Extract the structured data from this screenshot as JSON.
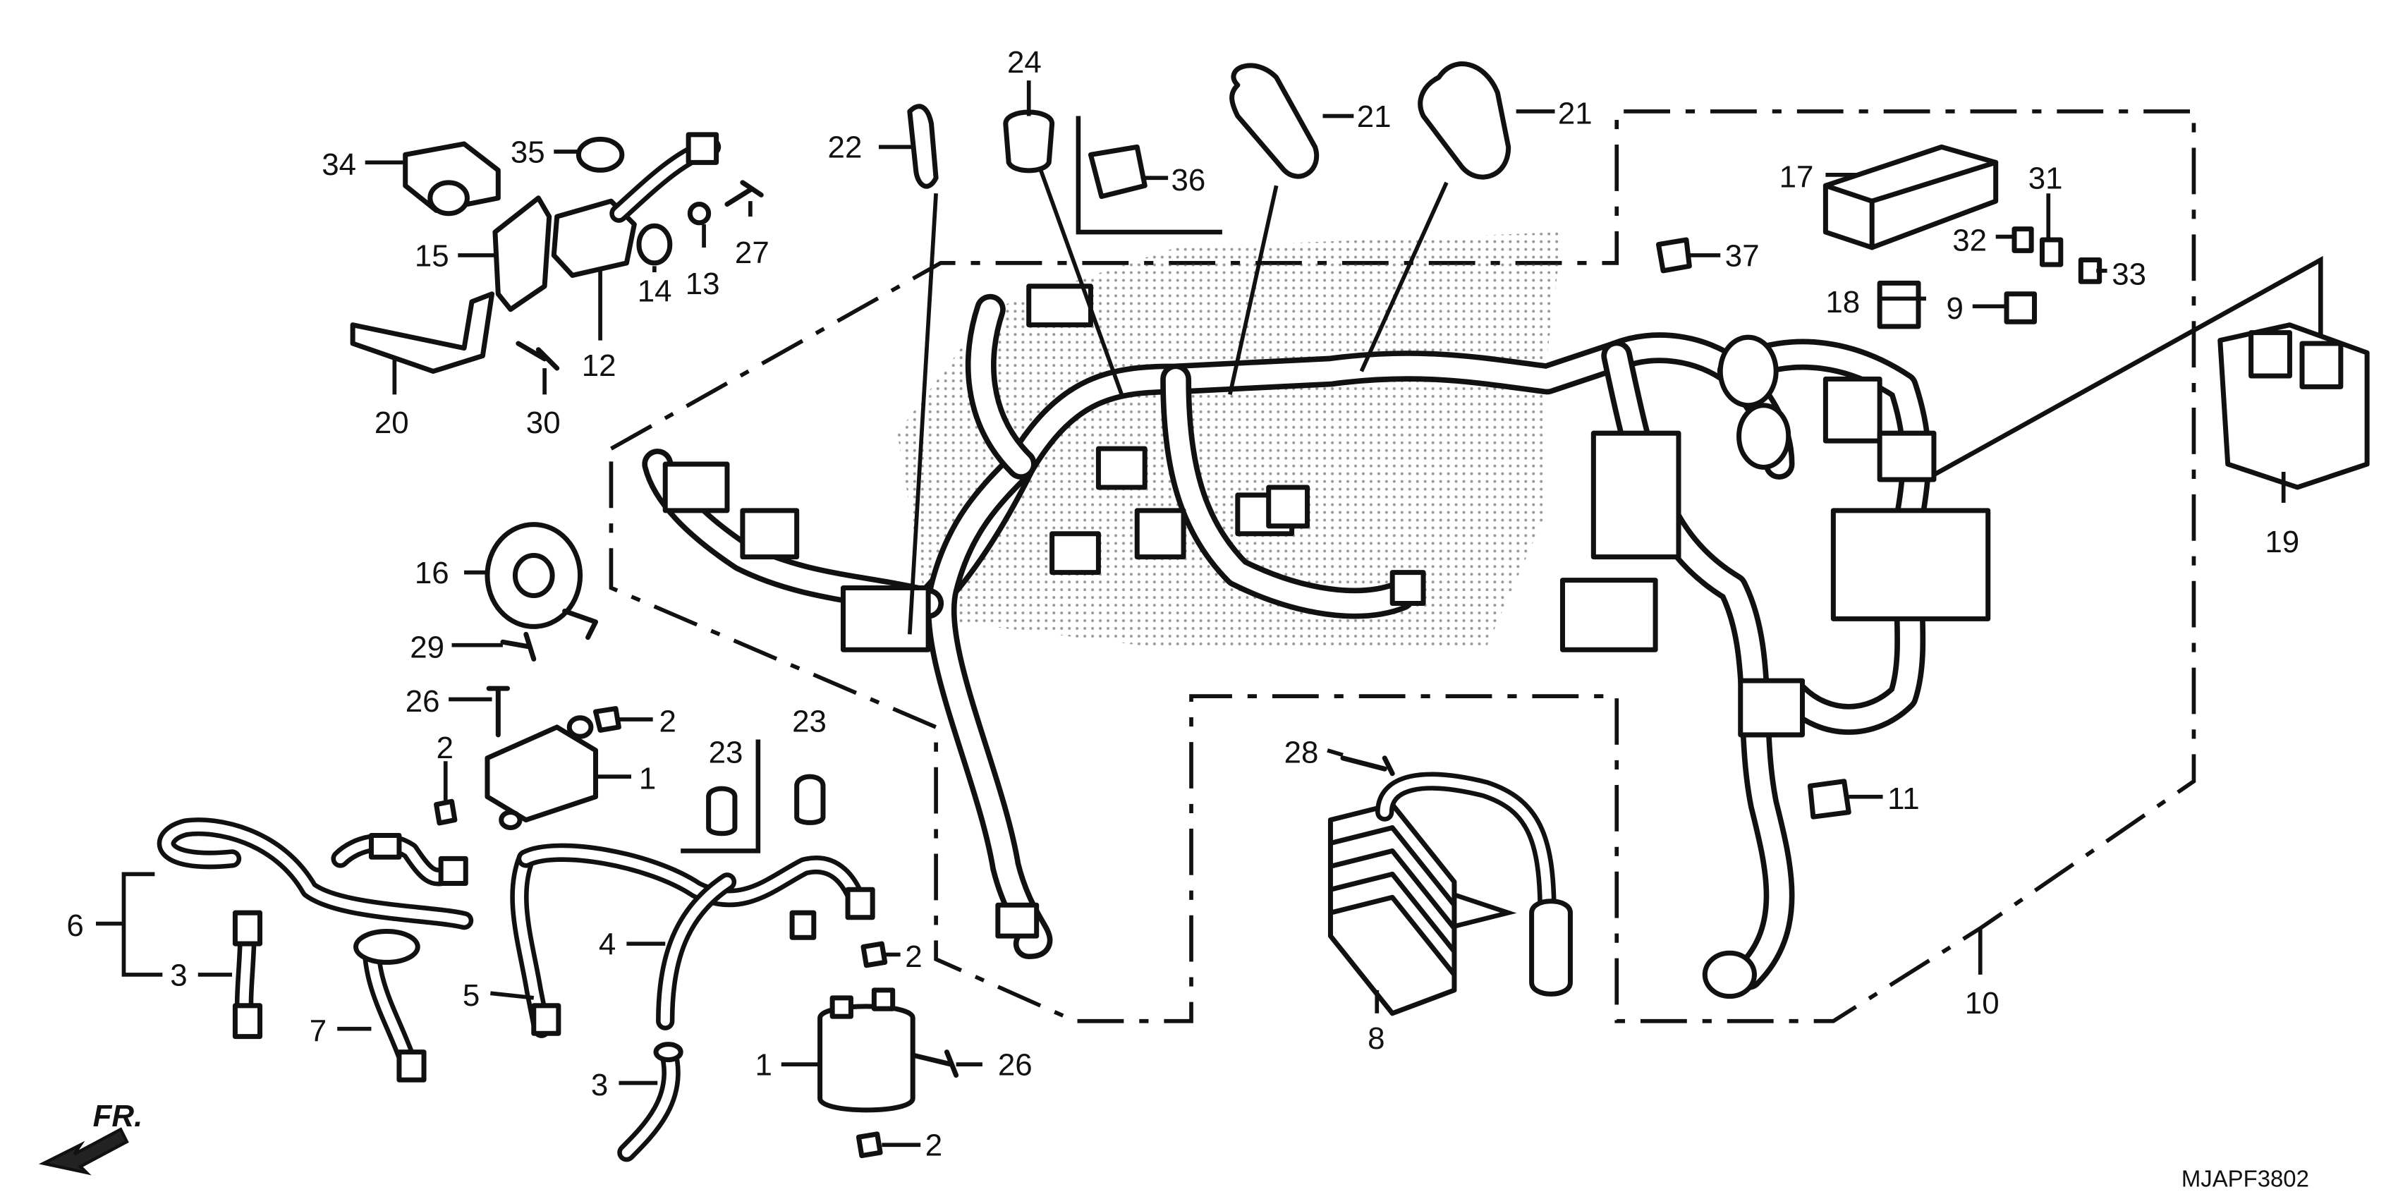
{
  "drawing_code": "MJAPF3802",
  "direction_marker": "FR.",
  "callouts": [
    {
      "id": "c34",
      "text": "34"
    },
    {
      "id": "c35",
      "text": "35"
    },
    {
      "id": "c15",
      "text": "15"
    },
    {
      "id": "c12",
      "text": "12"
    },
    {
      "id": "c14",
      "text": "14"
    },
    {
      "id": "c13",
      "text": "13"
    },
    {
      "id": "c27",
      "text": "27"
    },
    {
      "id": "c20",
      "text": "20"
    },
    {
      "id": "c30",
      "text": "30"
    },
    {
      "id": "c22",
      "text": "22"
    },
    {
      "id": "c24",
      "text": "24"
    },
    {
      "id": "c36",
      "text": "36"
    },
    {
      "id": "c21a",
      "text": "21"
    },
    {
      "id": "c21b",
      "text": "21"
    },
    {
      "id": "c17",
      "text": "17"
    },
    {
      "id": "c31",
      "text": "31"
    },
    {
      "id": "c32",
      "text": "32"
    },
    {
      "id": "c33",
      "text": "33"
    },
    {
      "id": "c37",
      "text": "37"
    },
    {
      "id": "c18",
      "text": "18"
    },
    {
      "id": "c9",
      "text": "9"
    },
    {
      "id": "c19",
      "text": "19"
    },
    {
      "id": "c16",
      "text": "16"
    },
    {
      "id": "c29",
      "text": "29"
    },
    {
      "id": "c26a",
      "text": "26"
    },
    {
      "id": "c2a",
      "text": "2"
    },
    {
      "id": "c2b",
      "text": "2"
    },
    {
      "id": "c1a",
      "text": "1"
    },
    {
      "id": "c23a",
      "text": "23"
    },
    {
      "id": "c23b",
      "text": "23"
    },
    {
      "id": "c6",
      "text": "6"
    },
    {
      "id": "c3a",
      "text": "3"
    },
    {
      "id": "c7",
      "text": "7"
    },
    {
      "id": "c4",
      "text": "4"
    },
    {
      "id": "c5",
      "text": "5"
    },
    {
      "id": "c2c",
      "text": "2"
    },
    {
      "id": "c1b",
      "text": "1"
    },
    {
      "id": "c26b",
      "text": "26"
    },
    {
      "id": "c3b",
      "text": "3"
    },
    {
      "id": "c2d",
      "text": "2"
    },
    {
      "id": "c28",
      "text": "28"
    },
    {
      "id": "c8",
      "text": "8"
    },
    {
      "id": "c11",
      "text": "11"
    },
    {
      "id": "c10",
      "text": "10"
    }
  ]
}
